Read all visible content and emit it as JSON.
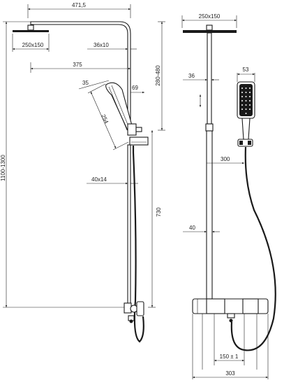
{
  "drawing": {
    "left_view": {
      "dim_total_width": "471,5",
      "dim_head_size": "250x150",
      "dim_arm_offset": "36x10",
      "dim_handshower_reach": "375",
      "dim_handshower_angle": "35",
      "dim_handshower_gap": "69",
      "dim_handshower_length": "254",
      "dim_height_adjust": "280-480",
      "dim_total_height": "1100-1300",
      "dim_rail_section": "40x14",
      "dim_rail_height": "730"
    },
    "right_view": {
      "dim_head_size": "250x150",
      "dim_handshower_width": "53",
      "dim_arm_offset": "36",
      "dim_rail_offset": "300",
      "dim_rail_diameter": "40",
      "dim_center_distance": "150 ± 1",
      "dim_thermostat_width": "303"
    },
    "colors": {
      "line": "#222222",
      "body": "#1a1a1a"
    }
  }
}
